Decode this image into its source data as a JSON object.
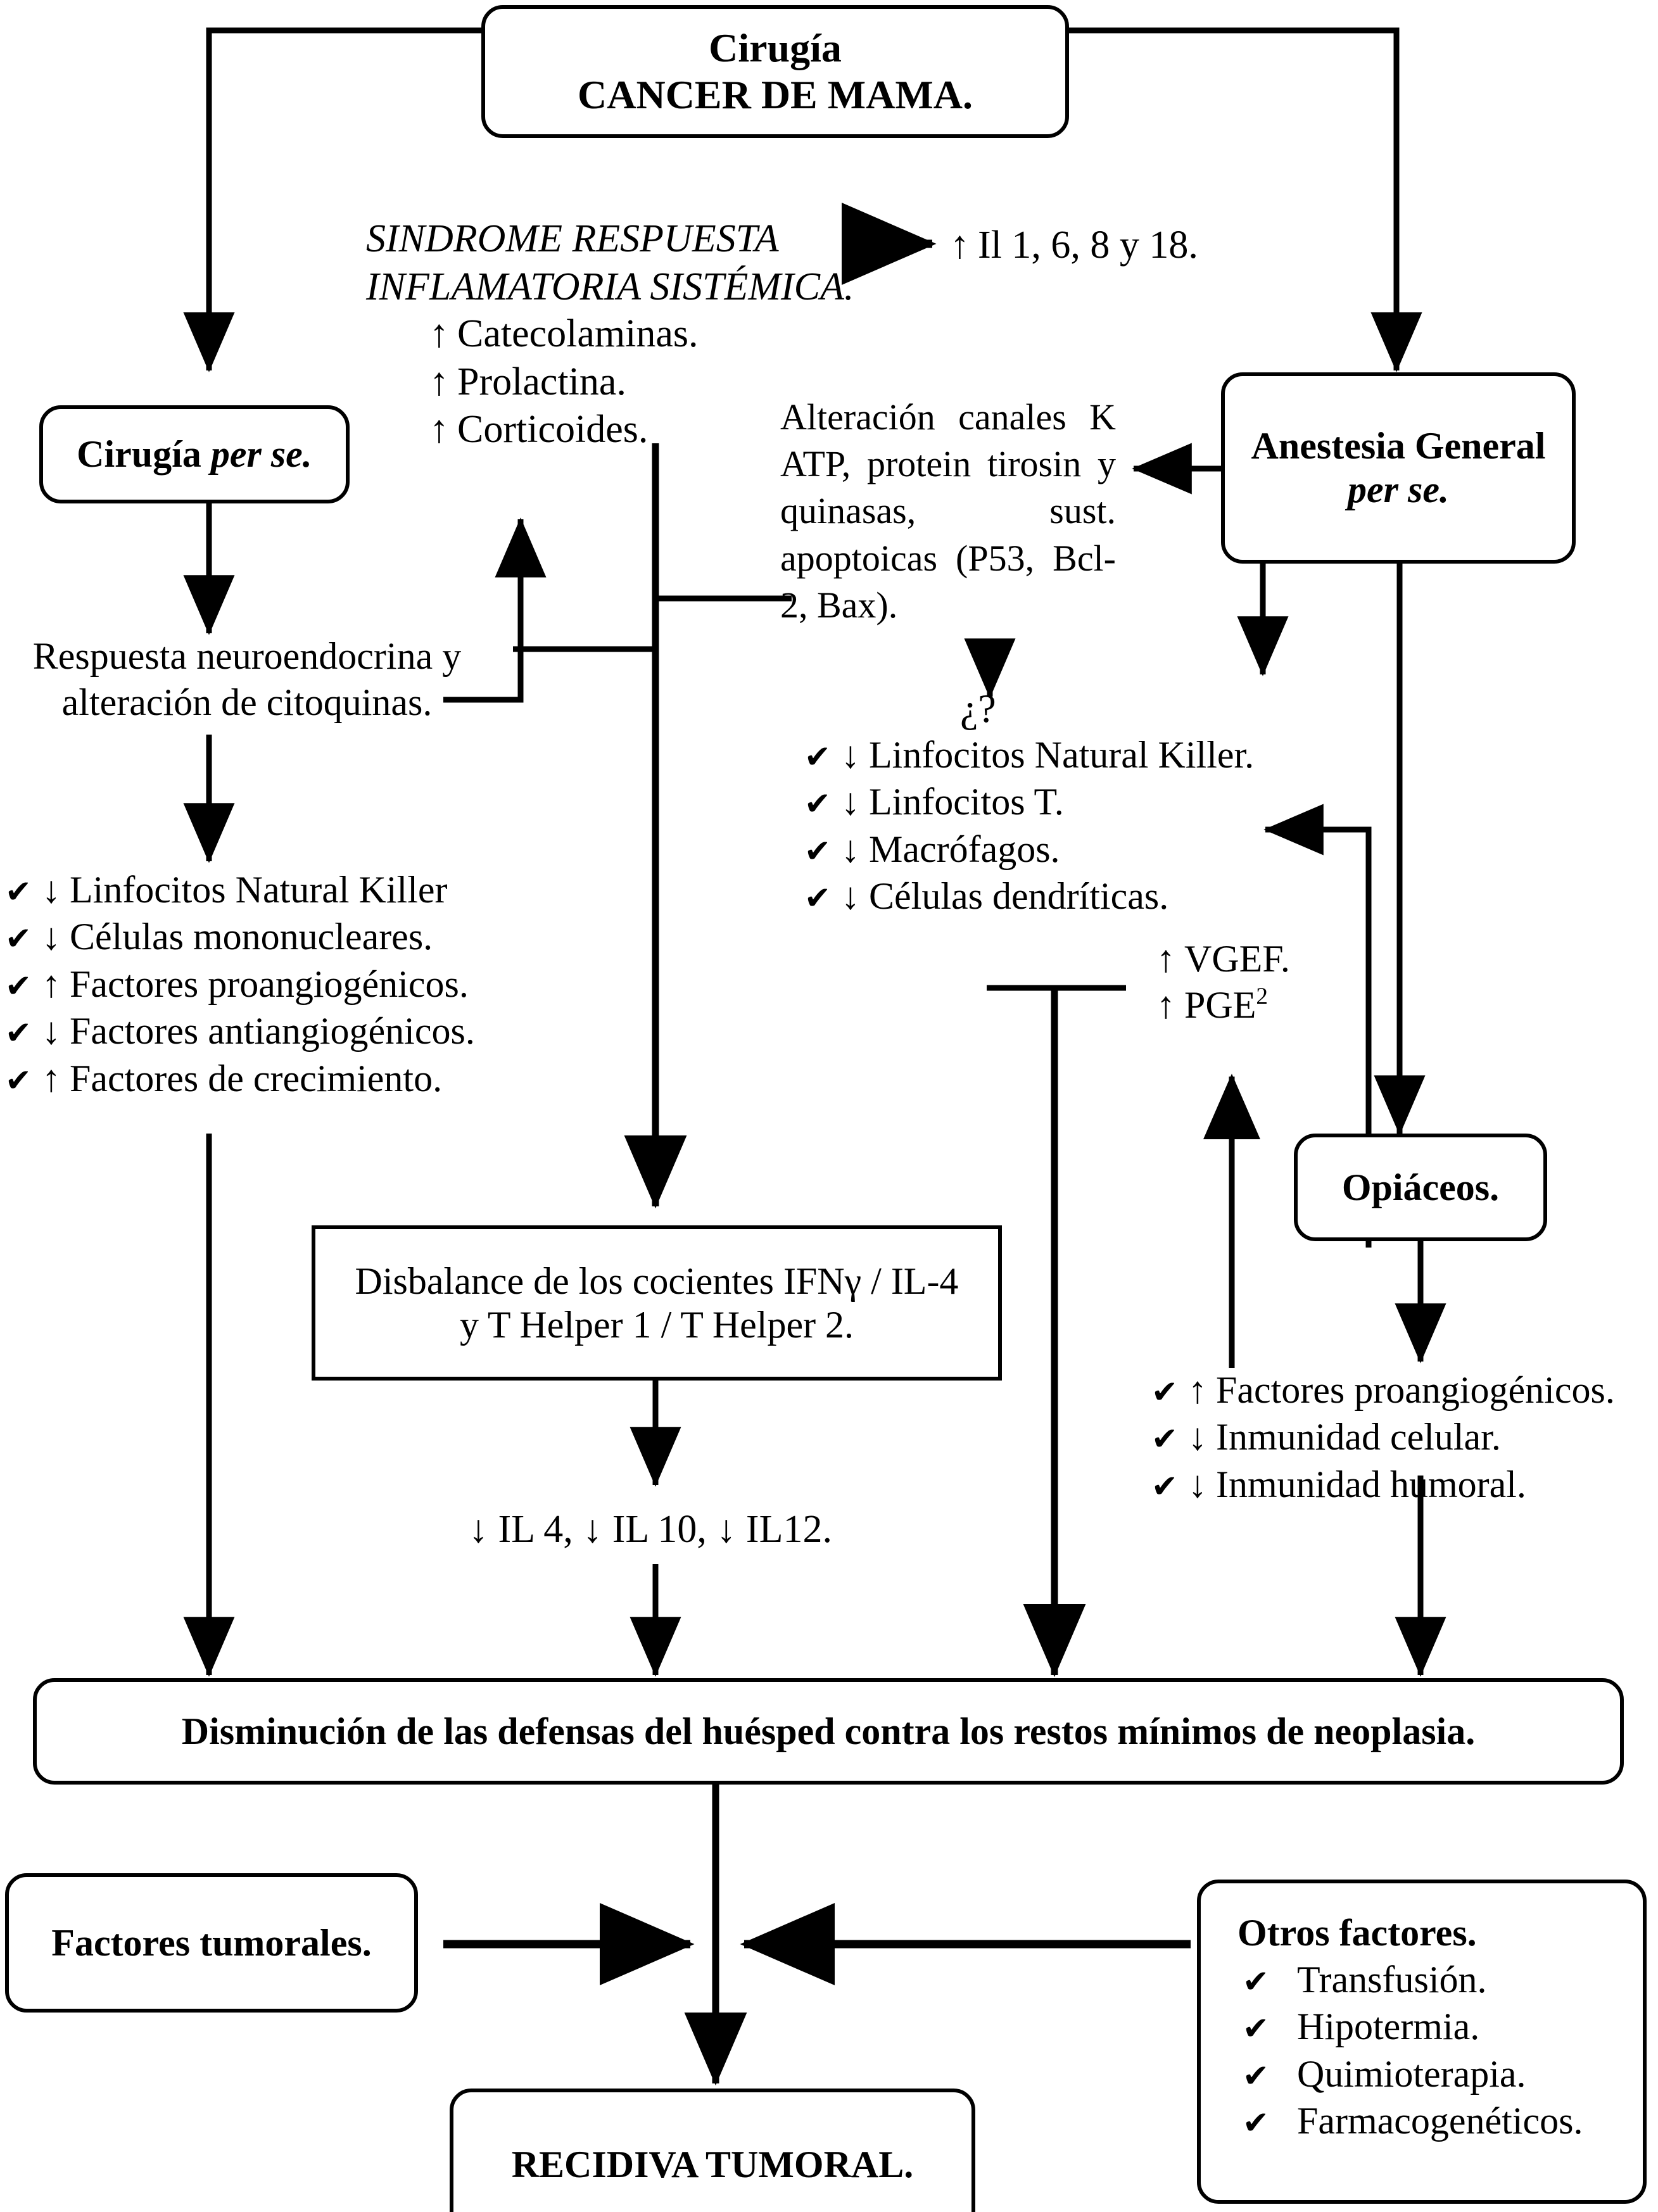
{
  "title_box": {
    "line1": "Cirugía",
    "line2": "CANCER DE MAMA."
  },
  "sirs": {
    "line1": "SINDROME RESPUESTA",
    "line2": "INFLAMATORIA SISTÉMICA.",
    "items": [
      {
        "arrow": "↑",
        "label": "Catecolaminas."
      },
      {
        "arrow": "↑",
        "label": "Prolactina."
      },
      {
        "arrow": "↑",
        "label": "Corticoides."
      }
    ]
  },
  "il_node": {
    "arrow": "↑",
    "label": "Il 1, 6, 8 y 18."
  },
  "surgery_box": {
    "plain": "Cirugía ",
    "italic": "per se."
  },
  "neuro_text": {
    "line1": "Respuesta neuroendocrina y",
    "line2": "alteración de citoquinas."
  },
  "anesthesia_box": {
    "line1": "Anestesia General",
    "line2": "per se."
  },
  "alteration_text": "Alteración canales K ATP, protein tirosin y quinasas, sust. apoptoicas (P53, Bcl-2, Bax).",
  "question_mark": "¿?",
  "surgery_effects": {
    "items": [
      {
        "check": "✔",
        "arrow": "↓",
        "label": "Linfocitos Natural Killer"
      },
      {
        "check": "✔",
        "arrow": "↓",
        "label": "Células mononucleares."
      },
      {
        "check": "✔",
        "arrow": "↑",
        "label": "Factores proangiogénicos."
      },
      {
        "check": "✔",
        "arrow": "↓",
        "label": "Factores antiangiogénicos."
      },
      {
        "check": "✔",
        "arrow": "↑",
        "label": "Factores de crecimiento."
      }
    ]
  },
  "immune_effects": {
    "items": [
      {
        "check": "✔",
        "arrow": "↓",
        "label": "Linfocitos Natural Killer."
      },
      {
        "check": "✔",
        "arrow": "↓",
        "label": "Linfocitos T."
      },
      {
        "check": "✔",
        "arrow": "↓",
        "label": "Macrófagos."
      },
      {
        "check": "✔",
        "arrow": "↓",
        "label": "Células dendríticas."
      }
    ]
  },
  "vgef_node": {
    "line1_arrow": "↑",
    "line1_label": "VGEF.",
    "line2_arrow": "↑",
    "line2_label": "PGE",
    "line2_sub": "2"
  },
  "opioids_box": {
    "label": "Opiáceos."
  },
  "opioid_effects": {
    "items": [
      {
        "check": "✔",
        "arrow": "↑",
        "label": "Factores proangiogénicos."
      },
      {
        "check": "✔",
        "arrow": "↓",
        "label": "Inmunidad celular."
      },
      {
        "check": "✔",
        "arrow": "↓",
        "label": "Inmunidad humoral."
      }
    ]
  },
  "imbalance_box": {
    "line1": "Disbalance de los cocientes IFNγ / IL-4",
    "line2": "y T Helper 1 / T Helper 2."
  },
  "il_decrease": "↓ IL 4, ↓ IL 10, ↓ IL12.",
  "defense_box": {
    "label": "Disminución de las defensas del huésped contra los restos mínimos de neoplasia."
  },
  "tumor_factors_box": {
    "label": "Factores tumorales."
  },
  "other_factors_box": {
    "title": "Otros factores.",
    "items": [
      {
        "check": "✔",
        "label": "Transfusión."
      },
      {
        "check": "✔",
        "label": "Hipotermia."
      },
      {
        "check": "✔",
        "label": "Quimioterapia."
      },
      {
        "check": "✔",
        "label": "Farmacogenéticos."
      }
    ]
  },
  "recurrence_box": {
    "label": "RECIDIVA TUMORAL."
  },
  "colors": {
    "ink": "#000000",
    "paper": "#ffffff"
  }
}
